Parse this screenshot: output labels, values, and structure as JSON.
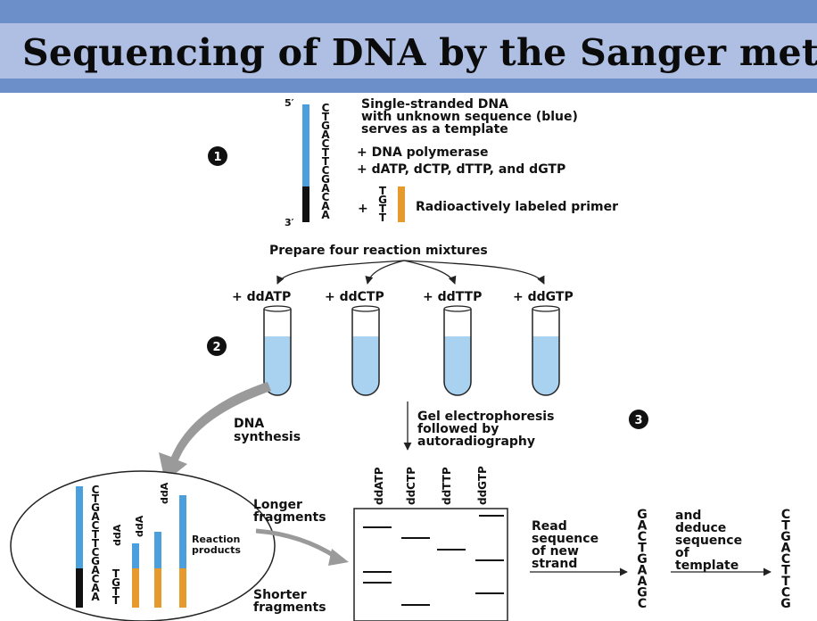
{
  "title": "Sequencing of DNA by the Sanger method",
  "step_numbers": [
    "1",
    "2",
    "3"
  ],
  "template": {
    "five_prime": "5′",
    "three_prime": "3′",
    "bases": [
      "C",
      "T",
      "G",
      "A",
      "C",
      "T",
      "T",
      "C",
      "G",
      "A",
      "C",
      "A",
      "A"
    ],
    "description_lines": [
      "Single-stranded DNA",
      "with unknown sequence (blue)",
      "serves as a template"
    ]
  },
  "additions": {
    "polymerase": "+ DNA polymerase",
    "dntps": "+ dATP, dCTP, dTTP, and dGTP",
    "plus": "+",
    "primer_bases": [
      "T",
      "G",
      "T",
      "T"
    ],
    "primer_label": "Radioactively labeled primer"
  },
  "prepare_label": "Prepare four reaction mixtures",
  "tubes": [
    "+ ddATP",
    "+ ddCTP",
    "+ ddTTP",
    "+ ddGTP"
  ],
  "dna_synthesis": [
    "DNA",
    "synthesis"
  ],
  "gel_step": [
    "Gel electrophoresis",
    "followed by",
    "autoradiography"
  ],
  "lanes": [
    "ddATP",
    "ddCTP",
    "ddTTP",
    "ddGTP"
  ],
  "longer_fragments": [
    "Longer",
    "fragments"
  ],
  "shorter_fragments": [
    "Shorter",
    "fragments"
  ],
  "reaction_products": [
    "Reaction",
    "products"
  ],
  "inset": {
    "template_bases": [
      "C",
      "T",
      "G",
      "A",
      "C",
      "T",
      "T",
      "C",
      "G",
      "A",
      "C",
      "A",
      "A"
    ],
    "primer_bases": [
      "T",
      "G",
      "T",
      "T"
    ],
    "dda_label": "ddA"
  },
  "read_label": [
    "Read",
    "sequence",
    "of new",
    "strand"
  ],
  "new_strand": [
    "G",
    "A",
    "C",
    "T",
    "G",
    "A",
    "A",
    "G",
    "C"
  ],
  "deduce_label": [
    "and",
    "deduce",
    "sequence",
    "of",
    "template"
  ],
  "template_sequence": [
    "C",
    "T",
    "G",
    "A",
    "C",
    "T",
    "T",
    "C",
    "G"
  ],
  "colors": {
    "template_blue": "#4a9fdc",
    "primer_orange": "#e69a2e",
    "black_strand": "#111111",
    "tube_liquid": "#a9d2f0",
    "arrow_gray": "#9a9a9a",
    "band": "#111111"
  }
}
